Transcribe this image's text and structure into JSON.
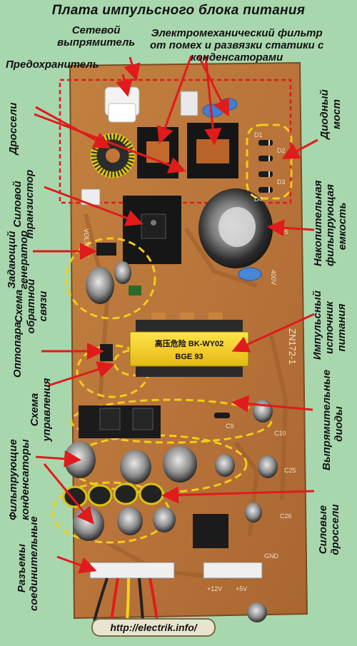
{
  "title": "Плата импульсного блока питания",
  "labels": {
    "mains_rectifier": [
      "Сетевой",
      "выпрямитель"
    ],
    "fuse": "Предохранитель",
    "emi_filter": [
      "Электромеханический фильтр",
      "от помех и развязки статики с",
      "конденсаторами"
    ],
    "chokes": "Дроссели",
    "diode_bridge": [
      "Диодный",
      "мост"
    ],
    "power_transistor": [
      "Силовой",
      "транзистор"
    ],
    "storage_cap": [
      "Накопительная",
      "фильтрующая",
      "емкость"
    ],
    "master_oscillator": [
      "Задающий",
      "генератор"
    ],
    "feedback": [
      "Схема",
      "обратной",
      "связи"
    ],
    "pulse_source": [
      "Импульсный",
      "источник",
      "питания"
    ],
    "optocoupler": "Оптопара",
    "control": [
      "Схема",
      "управления"
    ],
    "rectifier_diodes": [
      "Выпрямительные",
      "диоды"
    ],
    "filter_caps": [
      "Фильтрующие",
      "конденсаторы"
    ],
    "power_chokes": [
      "Силовые",
      "дроссели"
    ],
    "connectors": [
      "Разъемы",
      "соединительные"
    ]
  },
  "board_markings": {
    "transformer_top": "高压危险 BK-WY02",
    "transformer_bottom": "BGE 93",
    "board_id": "ZN172-1",
    "cap_text": "400V",
    "silk": [
      "D1",
      "D2",
      "D3",
      "D4",
      "C5",
      "C25",
      "C26",
      "C9",
      "C10",
      "GND",
      "+5V",
      "+12V",
      "VOLTAGE"
    ]
  },
  "url": "http://electrik.info/"
}
